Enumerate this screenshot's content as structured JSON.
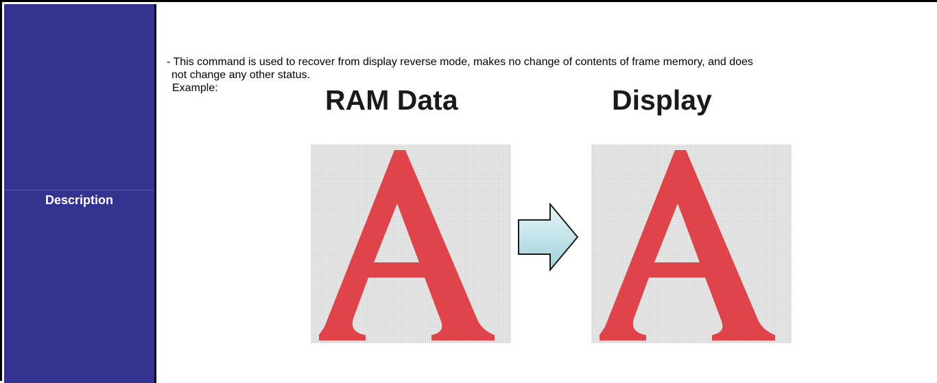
{
  "label": "Description",
  "paragraph": {
    "line1": "- This command is used to recover from display reverse mode, makes no change of contents of frame memory, and does",
    "line2": "not change any other status."
  },
  "example_label": "Example:",
  "figure": {
    "left_heading": "RAM Data",
    "right_heading": "Display",
    "glyph": "A",
    "glyph_color": "#e0444b",
    "background_color": "#d9d9d9",
    "arrow": "right-arrow-icon"
  }
}
